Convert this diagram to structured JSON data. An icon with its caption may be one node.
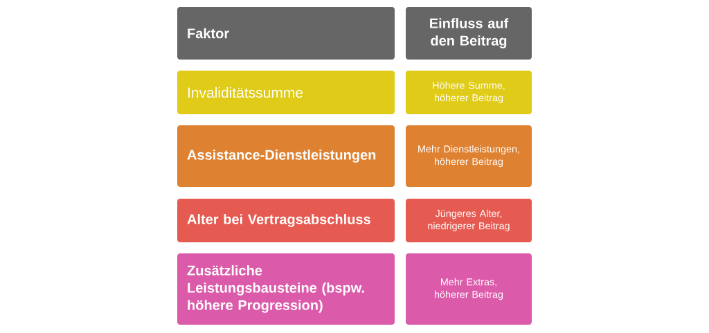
{
  "diagram": {
    "nodes": [
      {
        "text": [
          "Faktor"
        ]
      },
      {
        "text": [
          "Einfluss auf den Beitrag"
        ]
      },
      {
        "text": [
          "Invaliditätssumme"
        ]
      },
      {
        "text": [
          "Höhere Summe, höherer Beitrag"
        ]
      },
      {
        "text": [
          "Assistance-Dienstleistungen"
        ]
      },
      {
        "text": [
          "Mehr Dienstleistungen, höherer Beitrag"
        ]
      },
      {
        "text": [
          "Alter bei Vertragsabschluss"
        ]
      },
      {
        "text": [
          "Jüngeres Alter, niedrigerer Beitrag"
        ]
      },
      {
        "text": [
          "Zusätzliche Leistungsbausteine (bspw. höhere Progression)"
        ]
      },
      {
        "text": [
          "Mehr Extras, höherer Beitrag"
        ]
      }
    ]
  }
}
